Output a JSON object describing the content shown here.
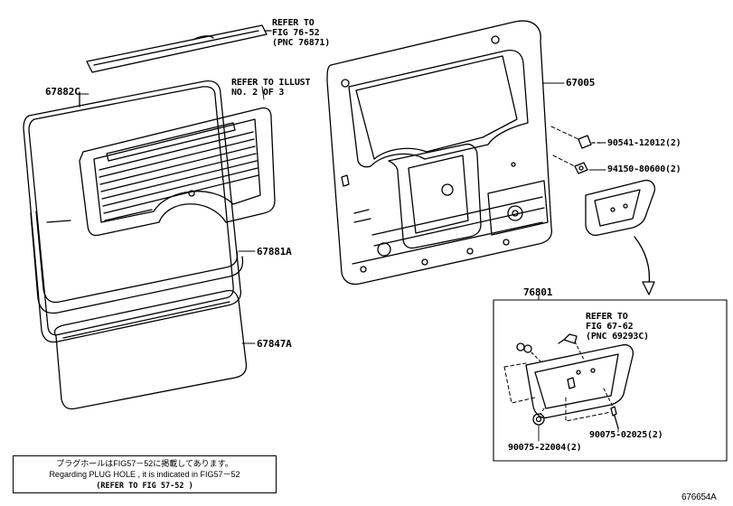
{
  "labels": {
    "ref_76_52_line1": "REFER TO",
    "ref_76_52_line2": "FIG 76-52",
    "ref_76_52_line3": "(PNC 76871)",
    "ref_illust_line1": "REFER TO ILLUST",
    "ref_illust_line2": "NO. 2 OF 3",
    "part_67882C": "67882C",
    "part_67005": "67005",
    "part_90541": "90541-12012(2)",
    "part_94150": "94150-80600(2)",
    "part_67881A": "67881A",
    "part_67847A": "67847A",
    "part_76801": "76801",
    "ref_67_62_line1": "REFER TO",
    "ref_67_62_line2": "FIG 67-62",
    "ref_67_62_line3": "(PNC 69293C)",
    "part_90075_02025": "90075-02025(2)",
    "part_90075_22004": "90075-22004(2)",
    "illustration_id": "676654A"
  },
  "note": {
    "japanese": "プラグホールはFIG57－52に掲載してあります。",
    "english": "Regarding PLUG HOLE , it is indicated in FIG57－52",
    "reference": "(REFER TO FIG 57-52 )"
  }
}
